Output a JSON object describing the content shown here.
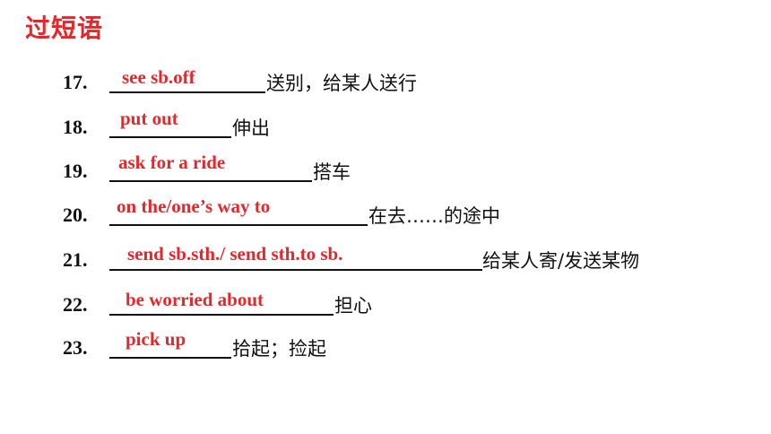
{
  "title": "过短语",
  "items": [
    {
      "number": "17.",
      "answer": "see sb.off",
      "meaning": "送别，给某人送行"
    },
    {
      "number": "18.",
      "answer": "put out",
      "meaning": "伸出"
    },
    {
      "number": "19.",
      "answer": "ask for a ride",
      "meaning": "搭车"
    },
    {
      "number": "20.",
      "answer": "on the/one’s way to",
      "meaning": "在去……的途中"
    },
    {
      "number": "21.",
      "answer": "send sb.sth./ send sth.to sb.",
      "meaning": "给某人寄/发送某物"
    },
    {
      "number": "22.",
      "answer": "be worried about",
      "meaning": "担心"
    },
    {
      "number": "23.",
      "answer": "pick up",
      "meaning": "拾起；捡起"
    }
  ]
}
